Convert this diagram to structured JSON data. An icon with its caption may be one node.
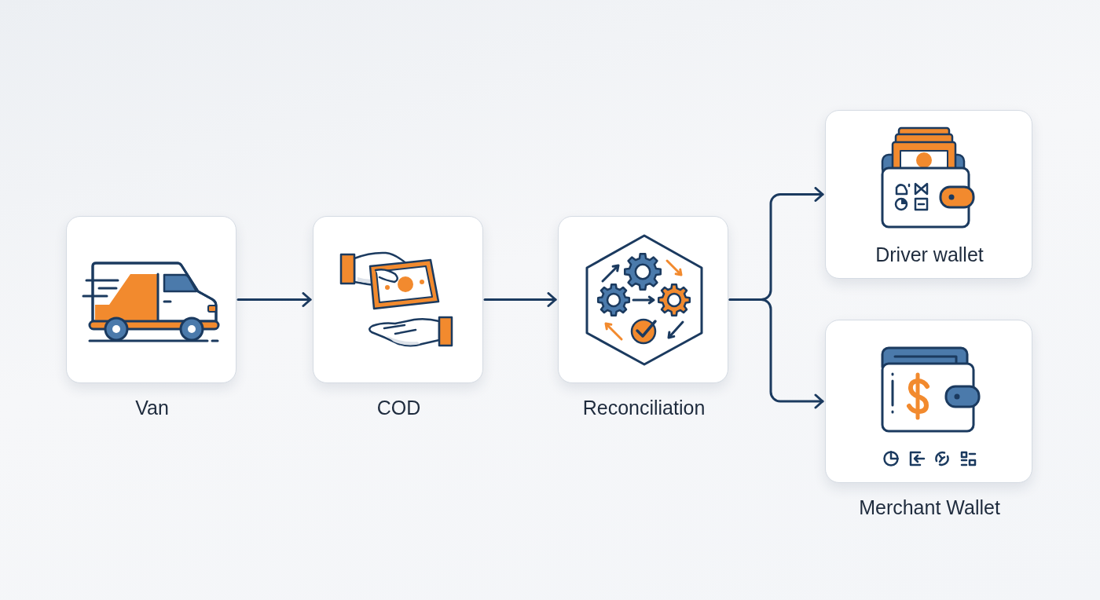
{
  "diagram": {
    "nodes": [
      {
        "text": [
          "Van"
        ]
      },
      {
        "text": [
          "COD"
        ]
      },
      {
        "text": [
          "Reconciliation"
        ]
      },
      {
        "text": [
          "Driver wallet"
        ]
      },
      {
        "text": [
          "Merchant Wallet"
        ]
      }
    ],
    "edges": [
      {
        "from": 0,
        "to": 1,
        "arrow": "to"
      },
      {
        "from": 1,
        "to": 2,
        "arrow": "to"
      },
      {
        "from": 2,
        "to": 3,
        "arrow": "to"
      },
      {
        "from": 2,
        "to": 4,
        "arrow": "to"
      }
    ]
  }
}
